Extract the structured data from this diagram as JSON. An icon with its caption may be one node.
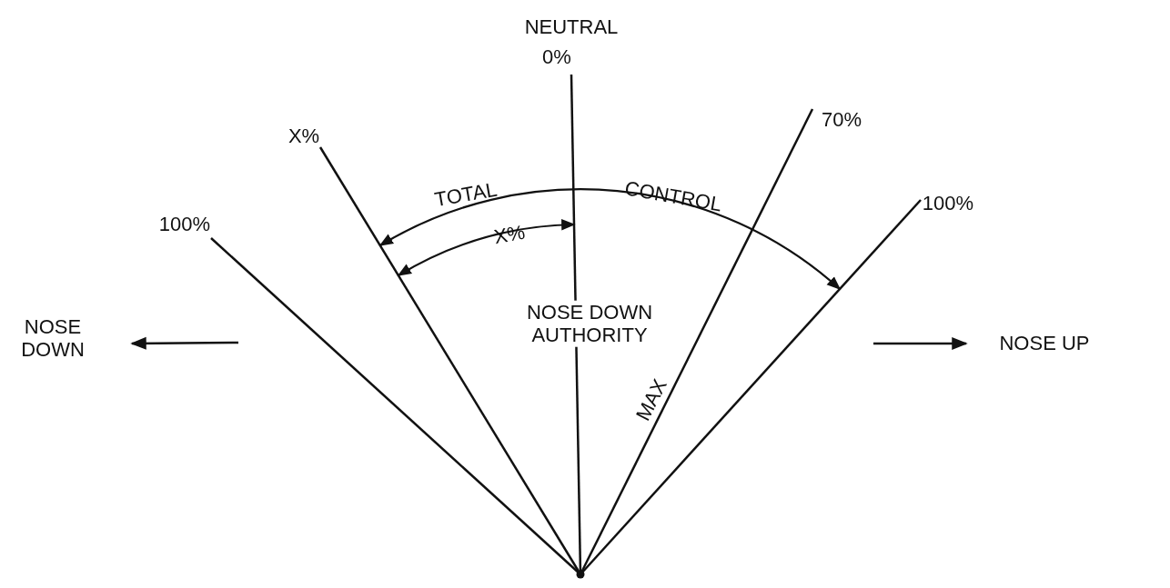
{
  "diagram": {
    "labels": [
      "NEUTRAL",
      "0%",
      "X%",
      "70%",
      "TOTAL",
      "CONTROL",
      "100%",
      "100%",
      "X%",
      "NOSE DOWN",
      "NOSE UP",
      "NOSE DOWN AUTHORITY",
      "MAX"
    ]
  }
}
